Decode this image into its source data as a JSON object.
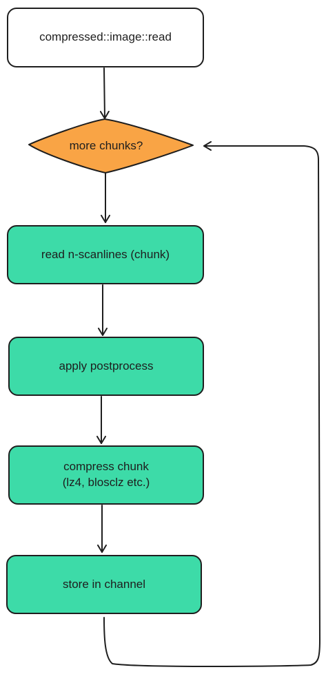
{
  "colors": {
    "stroke": "#1e1e1e",
    "start_fill": "#ffffff",
    "decision_fill": "#f9a445",
    "step_fill": "#3ddba8"
  },
  "nodes": {
    "start": "compressed::image::read",
    "decision": "more chunks?",
    "read": "read n-scanlines (chunk)",
    "postprocess": "apply postprocess",
    "compress": "compress chunk\n(lz4, blosclz etc.)",
    "store": "store in channel"
  }
}
